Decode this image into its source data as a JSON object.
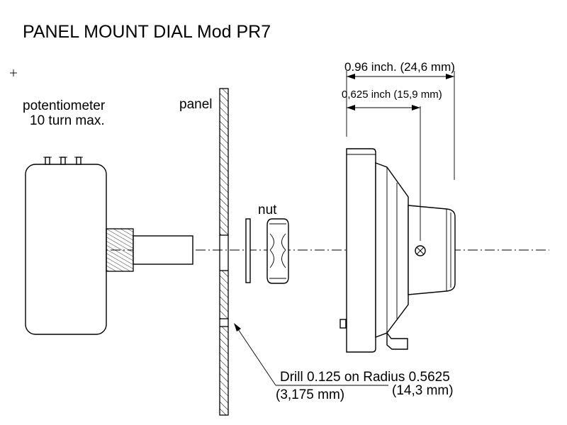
{
  "title": "PANEL MOUNT DIAL Mod PR7",
  "labels": {
    "potentiometer_line1": "potentiometer",
    "potentiometer_line2": "10 turn max.",
    "panel": "panel",
    "nut": "nut",
    "dim_total": "0.96 inch. (24,6 mm)",
    "dim_partial": "0,625 inch (15,9 mm)",
    "drill_line1": "Drill 0.125 on Radius 0.5625",
    "drill_mm": "(3,175 mm)",
    "radius_mm": "(14,3 mm)"
  },
  "colors": {
    "stroke": "#000000",
    "background": "#ffffff"
  }
}
